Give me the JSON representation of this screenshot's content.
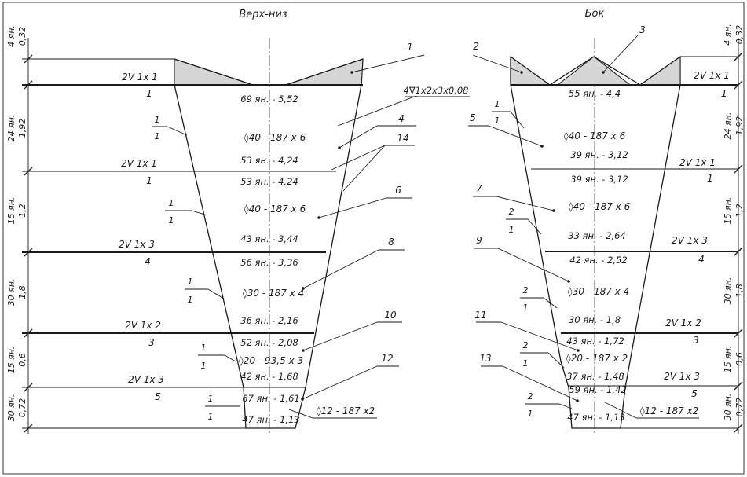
{
  "titles": {
    "front": "Верх-низ",
    "side": "Бок"
  },
  "left": {
    "seam_labels": [
      "2V 1x 1",
      "2V 1x 1",
      "2V 1x 3",
      "2V 1x 2",
      "2V 1x 3"
    ],
    "below_seam_numbers": [
      "1",
      "1",
      "4",
      "3",
      "5"
    ],
    "row_counts": [
      "69 ян. - 5,52",
      "53 ян. - 4,24",
      "53 ян. - 4,24",
      "43 ян. - 3,44",
      "56 ян. - 3,36",
      "36 ян. - 2,16",
      "52 ян. - 2,08",
      "42 ян. - 1,68",
      "67 ян. - 1,61",
      "47 ян. - 1,13"
    ],
    "mesh_specs": [
      "◊40 - 187 x 6",
      "◊40 - 187 x 6",
      "◊30 - 187 x 4",
      "◊20 - 93,5 x 3",
      "◊12 - 187 x2"
    ],
    "ratio_fracs": [
      {
        "num": "1",
        "den": "1"
      },
      {
        "num": "1",
        "den": "1"
      },
      {
        "num": "1",
        "den": "1"
      },
      {
        "num": "1",
        "den": "1"
      },
      {
        "num": "1",
        "den": "1"
      }
    ],
    "callouts": [
      "1",
      "4",
      "14",
      "6",
      "8",
      "10",
      "12"
    ],
    "callout_top_spec": "4∇1x2x3x0,08",
    "dim_counts": [
      "4 ян.",
      "24 ян.",
      "15 ян.",
      "30 ян.",
      "15 ян.",
      "30 ян."
    ],
    "dim_lengths": [
      "0,32",
      "1,92",
      "1,2",
      "1,8",
      "0,6",
      "0,72"
    ]
  },
  "right": {
    "seam_labels": [
      "2V 1x 1",
      "2V 1x 1",
      "2V 1x 3",
      "2V 1x 2",
      "2V 1x 3"
    ],
    "below_seam_numbers": [
      "1",
      "1",
      "4",
      "3",
      "5"
    ],
    "row_counts": [
      "55 ян. - 4,4",
      "39 ян. - 3,12",
      "39 ян. - 3,12",
      "33 ян. - 2,64",
      "42 ян. - 2,52",
      "30 ян. - 1,8",
      "43 ян. - 1,72",
      "37 ян. - 1,48",
      "59 ян. - 1,42",
      "47 ян. - 1,13"
    ],
    "mesh_specs": [
      "◊40 - 187 x 6",
      "◊40 - 187 x 6",
      "◊30 - 187 x 4",
      "◊20 - 187 x 2",
      "◊12 - 187 x2"
    ],
    "ratio_fracs": [
      {
        "num": "1",
        "den": "1"
      },
      {
        "num": "2",
        "den": "1"
      },
      {
        "num": "2",
        "den": "1"
      },
      {
        "num": "2",
        "den": "1"
      },
      {
        "num": "2",
        "den": "1"
      }
    ],
    "callouts": [
      "2",
      "3",
      "5",
      "7",
      "9",
      "11",
      "13"
    ],
    "dim_counts": [
      "4 ян.",
      "24 ян.",
      "15 ян.",
      "30 ян.",
      "15 ян.",
      "30 ян."
    ],
    "dim_lengths": [
      "0,32",
      "1,92",
      "1,2",
      "1,8",
      "0,6",
      "0,72"
    ]
  }
}
